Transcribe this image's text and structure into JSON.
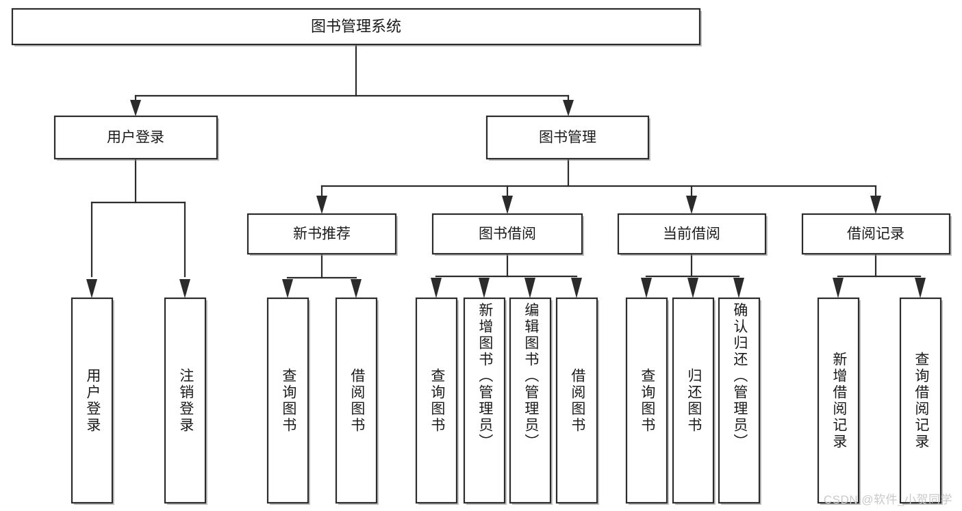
{
  "diagram": {
    "type": "tree-hierarchy",
    "title": "图书管理系统",
    "orientation": "top-down",
    "colors": {
      "box_stroke": "#2b2b2b",
      "box_fill": "#ffffff",
      "connector": "#2b2b2b",
      "text": "#1a1a1a",
      "watermark": "#c9c9c9",
      "background": "#ffffff"
    },
    "root": {
      "label": "图书管理系统",
      "level": 0
    },
    "level2": [
      {
        "label": "用户登录"
      },
      {
        "label": "图书管理"
      }
    ],
    "level3": [
      {
        "label": "新书推荐"
      },
      {
        "label": "图书借阅"
      },
      {
        "label": "当前借阅"
      },
      {
        "label": "借阅记录"
      }
    ],
    "leaves": {
      "user_login": [
        {
          "label": "用户登录"
        },
        {
          "label": "注销登录"
        }
      ],
      "new_book_recommend": [
        {
          "label": "查询图书"
        },
        {
          "label": "借阅图书"
        }
      ],
      "book_borrow": [
        {
          "label": "查询图书"
        },
        {
          "label": "新增图书（管理员）"
        },
        {
          "label": "编辑图书（管理员）"
        },
        {
          "label": "借阅图书"
        }
      ],
      "current_borrow": [
        {
          "label": "查询图书"
        },
        {
          "label": "归还图书"
        },
        {
          "label": "确认归还（管理员）"
        }
      ],
      "borrow_record": [
        {
          "label": "新增借阅记录"
        },
        {
          "label": "查询借阅记录"
        }
      ]
    }
  },
  "watermark": {
    "text": "CSDN @软件_小贺同学"
  }
}
